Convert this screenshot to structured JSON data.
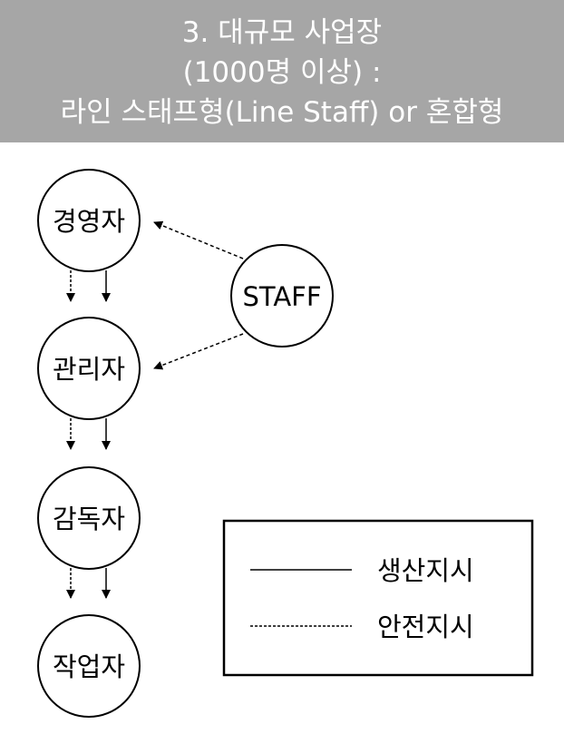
{
  "header": {
    "line1": "3. 대규모 사업장",
    "line2": "(1000명 이상) :",
    "line3": "라인 스태프형(Line Staff) or 혼합형"
  },
  "nodes": {
    "executive": "경영자",
    "manager": "관리자",
    "supervisor": "감독자",
    "worker": "작업자",
    "staff": "STAFF"
  },
  "legend": {
    "production": "생산지시",
    "safety": "안전지시"
  }
}
